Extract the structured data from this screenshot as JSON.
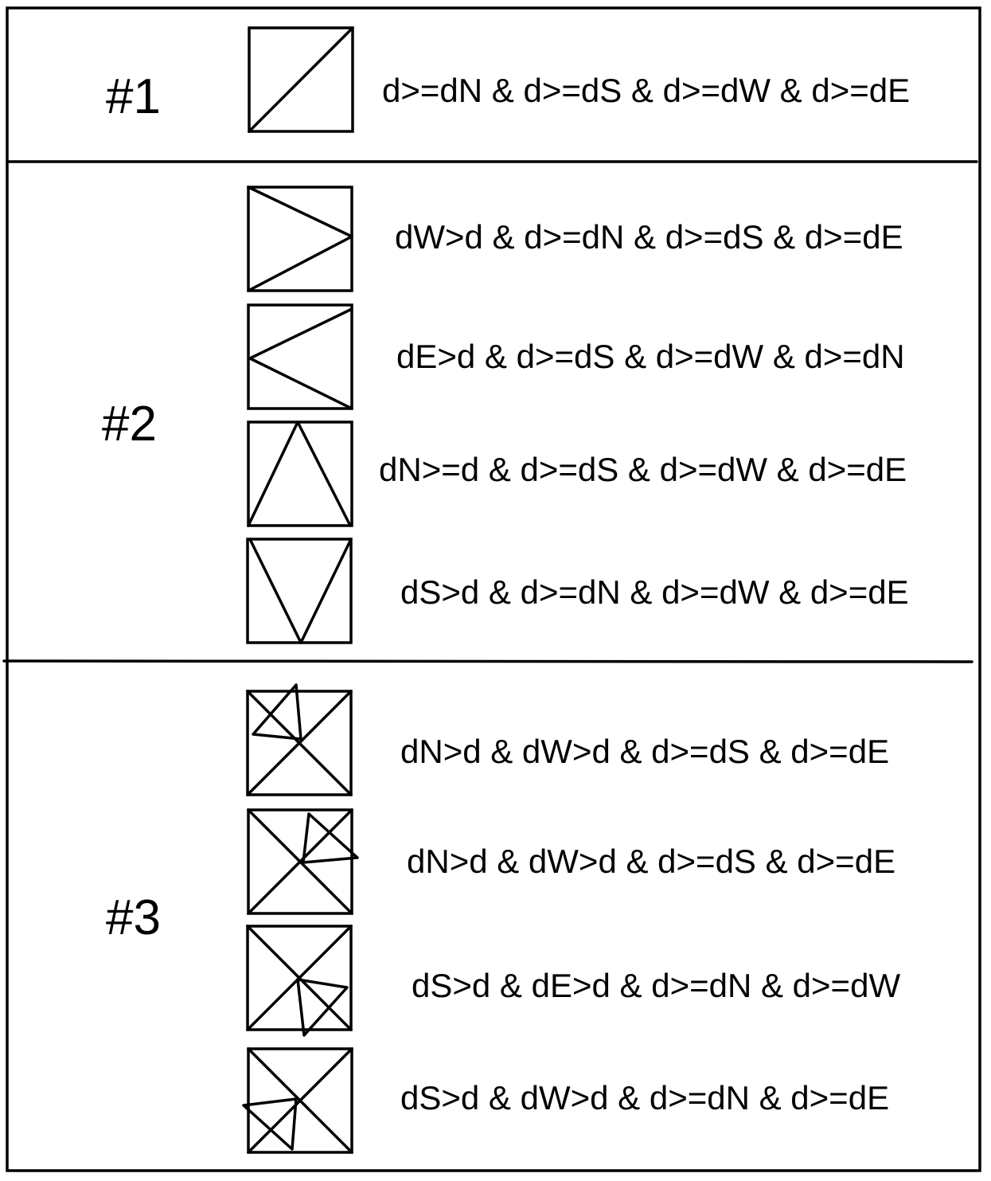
{
  "groups": [
    {
      "label": "#1",
      "cases": [
        {
          "glyph": "diag-up",
          "condition": "d>=dN & d>=dS & d>=dW & d>=dE"
        }
      ]
    },
    {
      "label": "#2",
      "cases": [
        {
          "glyph": "wedge-east",
          "condition": "dW>d & d>=dN & d>=dS & d>=dE"
        },
        {
          "glyph": "wedge-west",
          "condition": "dE>d & d>=dS & d>=dW & d>=dN"
        },
        {
          "glyph": "wedge-north",
          "condition": "dN>=d & d>=dS & d>=dW & d>=dE"
        },
        {
          "glyph": "wedge-south",
          "condition": "dS>d & d>=dN & d>=dW & d>=dE"
        }
      ]
    },
    {
      "label": "#3",
      "cases": [
        {
          "glyph": "cross-nw",
          "condition": "dN>d & dW>d & d>=dS & d>=dE"
        },
        {
          "glyph": "cross-ne",
          "condition": "dN>d & dW>d & d>=dS & d>=dE"
        },
        {
          "glyph": "cross-se",
          "condition": "dS>d & dE>d & d>=dN & d>=dW"
        },
        {
          "glyph": "cross-sw",
          "condition": "dS>d & dW>d & d>=dN & d>=dE"
        }
      ]
    }
  ],
  "colors": {
    "ink": "#000000",
    "background": "#ffffff"
  }
}
